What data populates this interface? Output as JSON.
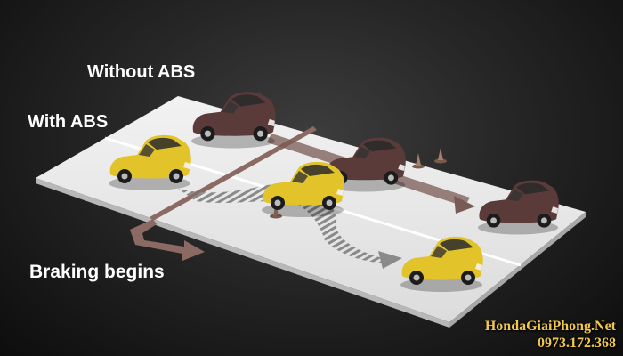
{
  "labels": {
    "without_abs": "Without ABS",
    "with_abs": "With ABS",
    "braking_begins": "Braking begins"
  },
  "watermark": {
    "site": "HondaGiaiPhong.Net",
    "phone": "0973.172.368"
  },
  "colors": {
    "background": "#262626",
    "road": "#e9e9e9",
    "abs_car": "#e3c32a",
    "non_abs_car": "#5a3b3a",
    "braking_marker": "#8a6a62",
    "skid_marks": "#8a8a8a",
    "cone": "#a87f6e",
    "watermark_text": "#f2c94c"
  },
  "icons": {
    "cars": "sedan-car-icon",
    "obstacles": "traffic-cone-icon"
  }
}
